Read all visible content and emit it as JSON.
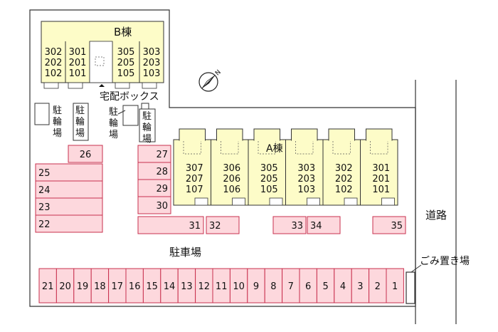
{
  "building_b": {
    "title": "B棟",
    "units": [
      [
        "302",
        "202",
        "102"
      ],
      [
        "301",
        "201",
        "101"
      ],
      [
        "305",
        "205",
        "105"
      ],
      [
        "303",
        "203",
        "103"
      ]
    ]
  },
  "building_a": {
    "title": "A棟",
    "units": [
      [
        "307",
        "207",
        "107"
      ],
      [
        "306",
        "206",
        "106"
      ],
      [
        "305",
        "205",
        "105"
      ],
      [
        "303",
        "203",
        "103"
      ],
      [
        "302",
        "202",
        "102"
      ],
      [
        "301",
        "201",
        "101"
      ]
    ]
  },
  "labels": {
    "delivery_box": "宅配ボックス",
    "bicycle_parking": "駐輪場",
    "parking_lot": "駐車場",
    "road": "道路",
    "garbage": "ごみ置き場"
  },
  "parking": {
    "left_column": [
      "25",
      "24",
      "23",
      "22"
    ],
    "top_left": "26",
    "center_column": [
      "27",
      "28",
      "29",
      "30"
    ],
    "middle_row": [
      "31",
      "32",
      "33",
      "34",
      "35"
    ],
    "bottom_row": [
      "21",
      "20",
      "19",
      "18",
      "17",
      "16",
      "15",
      "14",
      "13",
      "12",
      "11",
      "10",
      "9",
      "8",
      "7",
      "6",
      "5",
      "4",
      "3",
      "2",
      "1"
    ]
  },
  "colors": {
    "building_fill": "#fdfcc8",
    "parking_fill": "#fdd8dd",
    "parking_stroke": "#c8304e",
    "line": "#333333"
  }
}
